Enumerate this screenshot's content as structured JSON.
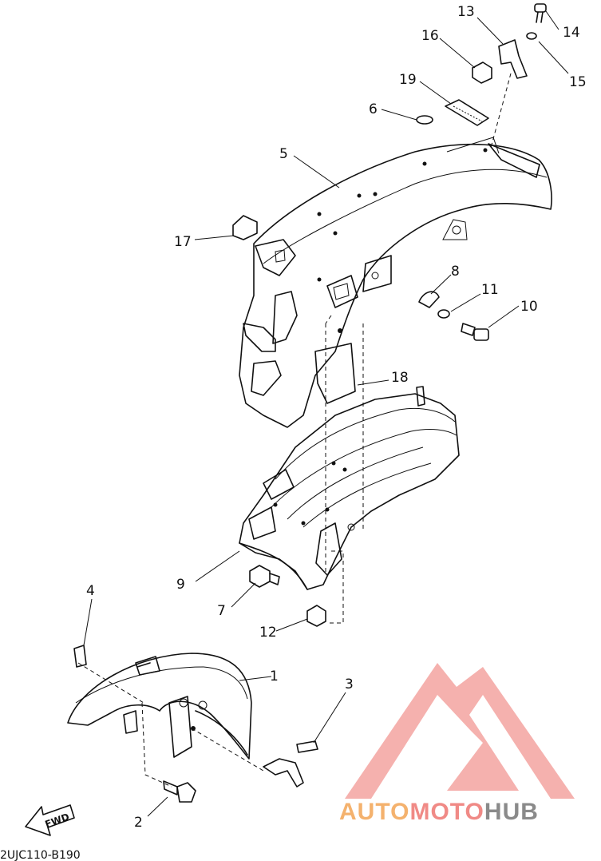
{
  "diagram": {
    "callouts": [
      "1",
      "2",
      "3",
      "4",
      "5",
      "6",
      "7",
      "8",
      "9",
      "10",
      "11",
      "12",
      "13",
      "14",
      "15",
      "16",
      "17",
      "18",
      "19"
    ],
    "fwd_label": "FWD",
    "drawing_code": "2UJC110-B190"
  },
  "watermark": {
    "brand_part1": "AUTO",
    "brand_part2": "MOTO",
    "brand_part3": "HUB",
    "colors": {
      "auto": "#f4b26e",
      "moto": "#f08a86",
      "hub": "#8a8a8a",
      "mark": "#f3a3a0"
    }
  }
}
